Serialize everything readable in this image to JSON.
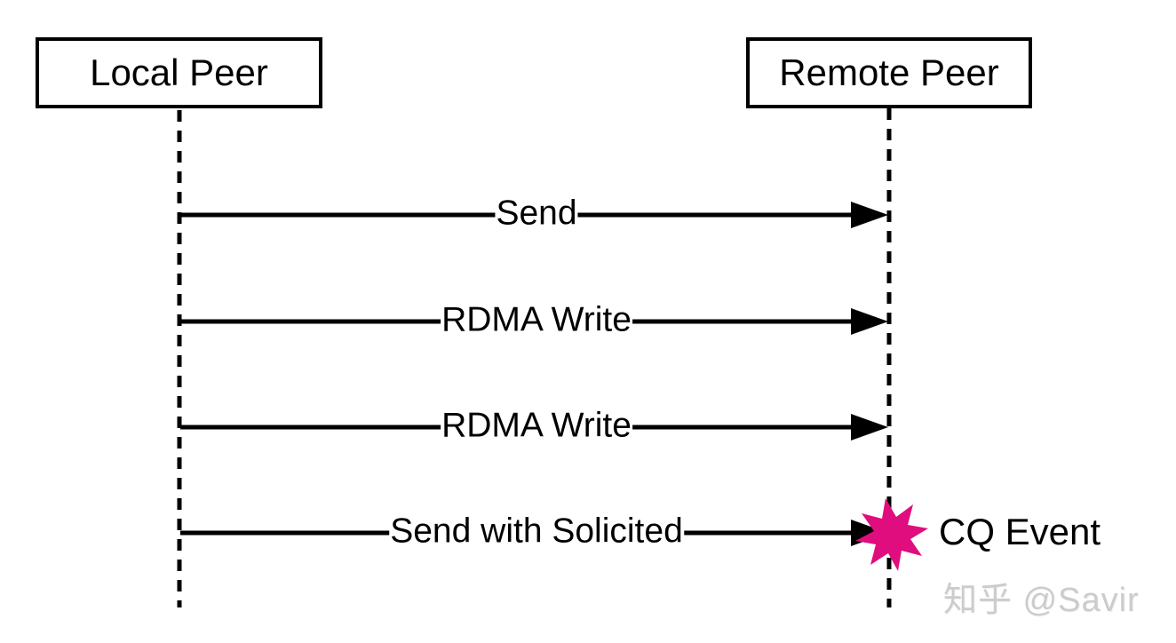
{
  "diagram": {
    "type": "sequence-diagram",
    "actors": [
      {
        "label": "Local Peer"
      },
      {
        "label": "Remote Peer"
      }
    ],
    "messages": [
      {
        "label": "Send",
        "from": "Local Peer",
        "to": "Remote Peer"
      },
      {
        "label": "RDMA Write",
        "from": "Local Peer",
        "to": "Remote Peer"
      },
      {
        "label": "RDMA Write",
        "from": "Local Peer",
        "to": "Remote Peer"
      },
      {
        "label": "Send with Solicited",
        "from": "Local Peer",
        "to": "Remote Peer",
        "event": "CQ Event"
      }
    ],
    "event": {
      "label": "CQ Event",
      "icon": "starburst-icon",
      "color": "#e00d7e"
    },
    "colors": {
      "line": "#000000",
      "background": "#ffffff",
      "event_star": "#e00d7e",
      "watermark": "#cccccc"
    },
    "watermark": {
      "text": "知乎 @Savir"
    }
  }
}
